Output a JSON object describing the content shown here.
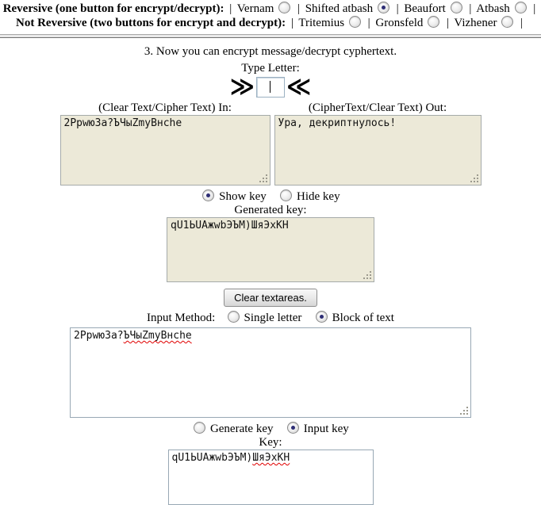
{
  "cipher_selector": {
    "separator": "|",
    "row1": {
      "label": "Reversive (one button for encrypt/decrypt):",
      "options": [
        {
          "label": "Vernam",
          "selected": false
        },
        {
          "label": "Shifted atbash",
          "selected": true
        },
        {
          "label": "Beaufort",
          "selected": false
        },
        {
          "label": "Atbash",
          "selected": false
        }
      ]
    },
    "row2": {
      "label": "Not Reversive (two buttons for encrypt and decrypt):",
      "options": [
        {
          "label": "Tritemius",
          "selected": false
        },
        {
          "label": "Gronsfeld",
          "selected": false
        },
        {
          "label": "Vizhener",
          "selected": false
        }
      ]
    }
  },
  "step3": {
    "heading": "3. Now you can encrypt message/decrypt cyphertext.",
    "type_letter_label": "Type Letter:",
    "arrow_right": "≫",
    "arrow_left": "≪",
    "letter_input_value": ""
  },
  "io": {
    "in_label": "(Clear Text/Cipher Text) In:",
    "out_label": "(CipherText/Clear Text) Out:",
    "in_text": "2Ppwю3a?ЪЧыZmyBнche",
    "out_text": "Ура, декриптнулось!"
  },
  "key_visibility": {
    "show_label": "Show key",
    "hide_label": "Hide key",
    "selected": "Show key"
  },
  "generated_key": {
    "label": "Generated key:",
    "value": "qU1ЬUAжwbЭЪМ)ШяЭхКН"
  },
  "actions": {
    "clear_button": "Clear textareas."
  },
  "input_method": {
    "label": "Input Method:",
    "single_label": "Single letter",
    "block_label": "Block of text",
    "selected": "Block of text"
  },
  "block_input": {
    "text_plain": "2Ppwю3a?",
    "text_misspelled": "ЪЧыZmyBнche"
  },
  "key_mode": {
    "generate_label": "Generate key",
    "input_label": "Input key",
    "selected": "Input key"
  },
  "key_input": {
    "label": "Key:",
    "text_plain": "qU1ЬUAжwbЭЪМ)",
    "text_misspelled": "ШяЭхКН"
  }
}
